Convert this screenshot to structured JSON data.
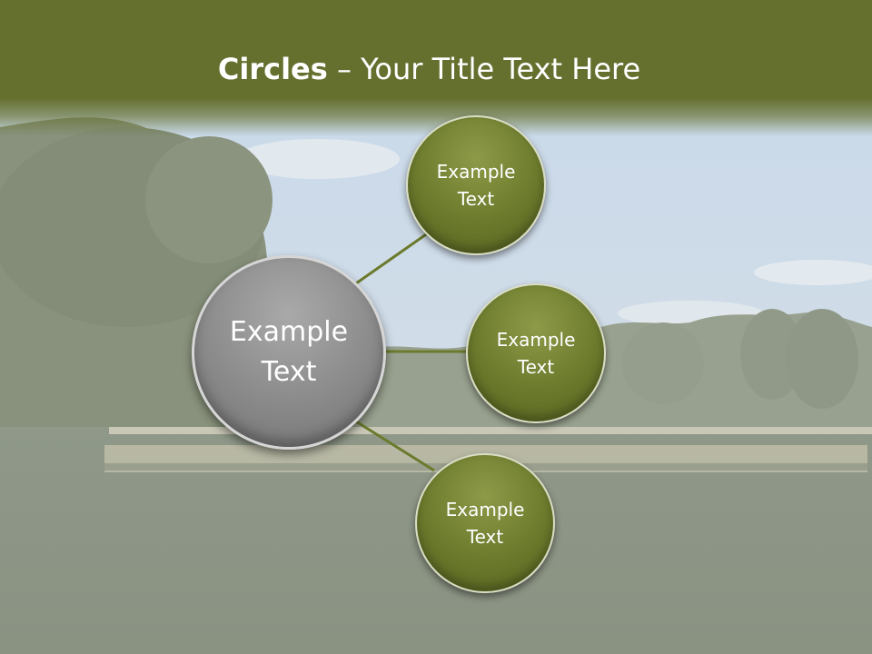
{
  "slide": {
    "title_bold": "Circles",
    "title_rest": " – Your Title Text Here"
  },
  "center_circle": {
    "label": "Example Text"
  },
  "satellites": [
    {
      "label": "Example Text"
    },
    {
      "label": "Example Text"
    },
    {
      "label": "Example Text"
    }
  ],
  "colors": {
    "title_band": "#65702f",
    "satellite_fill": "#6b7a2c",
    "center_fill": "#8a8a8a",
    "connector": "#6b7a2c"
  }
}
